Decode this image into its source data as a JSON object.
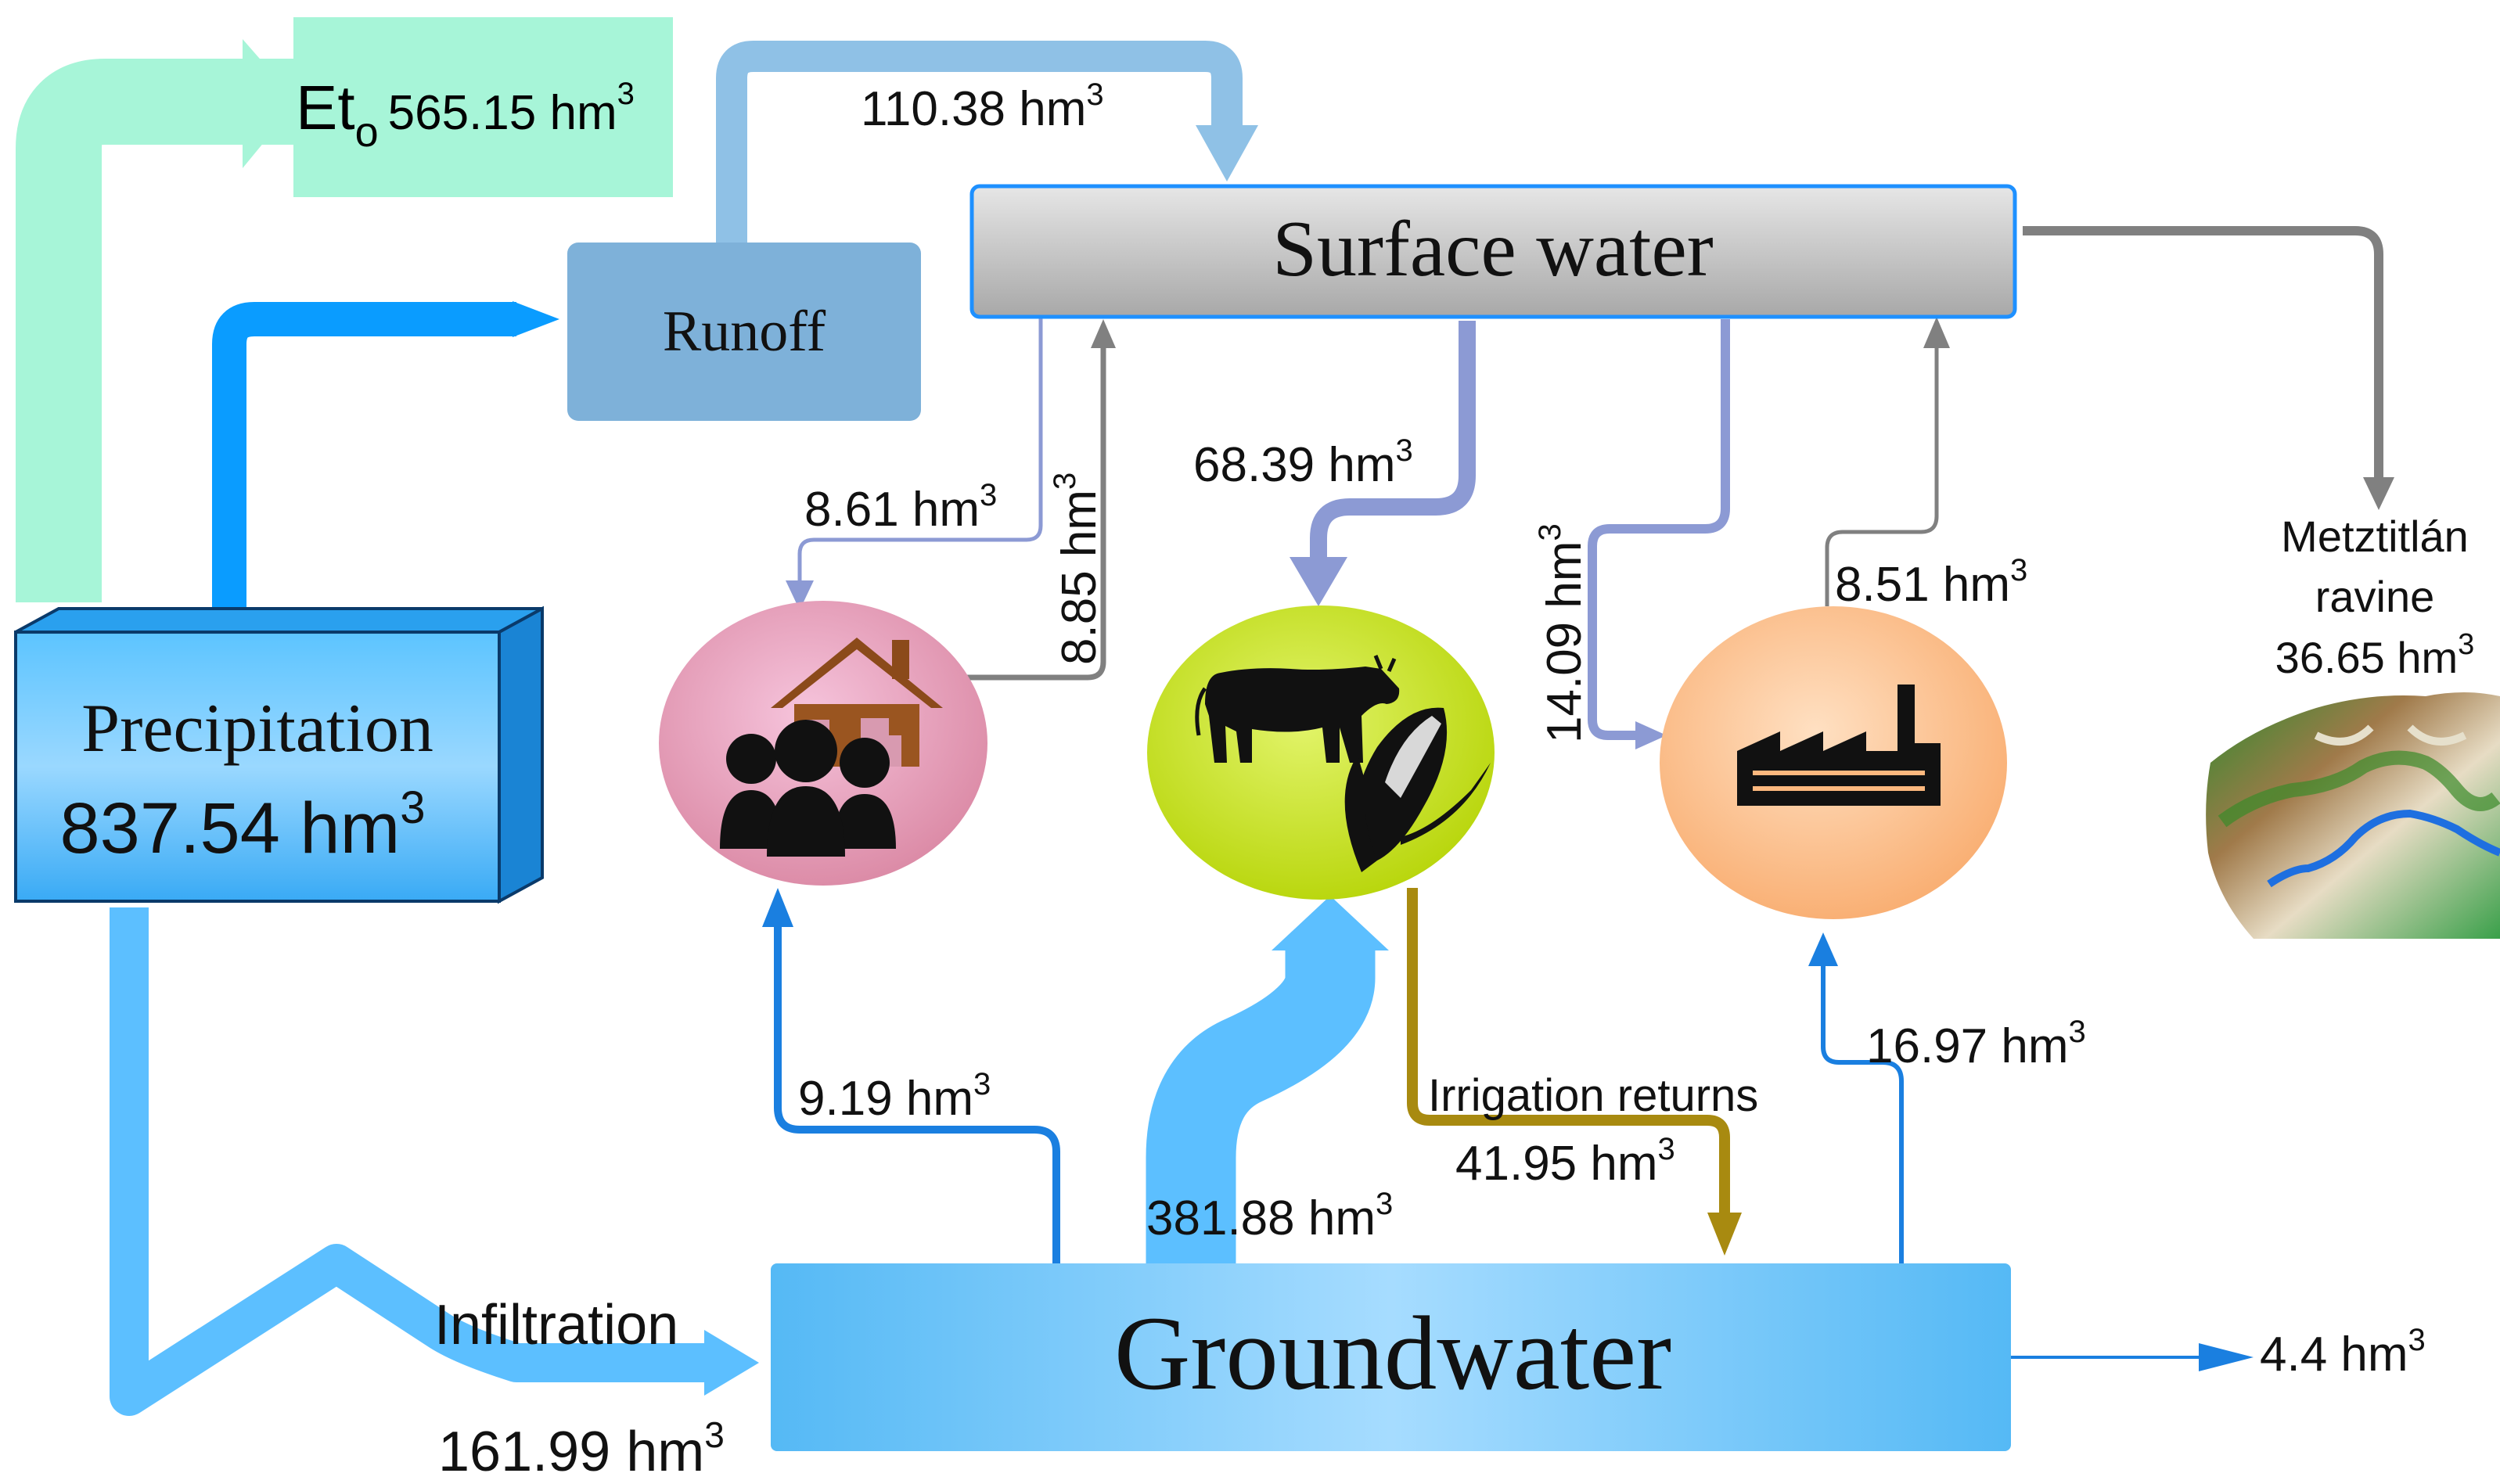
{
  "boxes": {
    "precipitation": {
      "label": "Precipitation",
      "value": "837.54 hm",
      "exp": "3"
    },
    "surface_water": {
      "label": "Surface water"
    },
    "groundwater": {
      "label": "Groundwater"
    },
    "runoff": {
      "label": "Runoff"
    },
    "eto": {
      "label_main": "Et",
      "label_sub": "o",
      "value": "565.15 hm",
      "exp": "3"
    }
  },
  "flows": {
    "runoff_to_surface": {
      "value": "110.38 hm",
      "exp": "3"
    },
    "surface_to_domestic": {
      "value": "8.61 hm",
      "exp": "3"
    },
    "domestic_to_surface": {
      "value": "8.85 hm",
      "exp": "3"
    },
    "surface_to_agriculture": {
      "value": "68.39 hm",
      "exp": "3"
    },
    "surface_to_industry": {
      "value": "14.09 hm",
      "exp": "3"
    },
    "industry_to_surface": {
      "value": "8.51 hm",
      "exp": "3"
    },
    "ravine": {
      "line1": "Metztitlán",
      "line2": "ravine",
      "value": "36.65 hm",
      "exp": "3"
    },
    "groundwater_to_domestic": {
      "value": "9.19 hm",
      "exp": "3"
    },
    "groundwater_to_agriculture": {
      "value": "381.88 hm",
      "exp": "3"
    },
    "irrigation_returns": {
      "label": "Irrigation returns",
      "value": "41.95 hm",
      "exp": "3"
    },
    "groundwater_to_industry": {
      "value": "16.97 hm",
      "exp": "3"
    },
    "groundwater_out": {
      "value": "4.4 hm",
      "exp": "3"
    },
    "infiltration": {
      "label": "Infiltration",
      "value": "161.99 hm",
      "exp": "3"
    }
  },
  "icons": {
    "domestic": "house-people-icon",
    "agriculture": "cow-corn-icon",
    "industry": "factory-icon",
    "ravine": "terrain-map-icon"
  },
  "colors": {
    "eto": "#a7f5d8",
    "runoff": "#7eb1d9",
    "runoff_arrow": "#8fc1e6",
    "precip_flow": "#0a9cff",
    "infiltration_flow": "#5cbfff",
    "surface_box": "#c4c4c4",
    "lavender": "#8c9ad4",
    "gray_flow": "#808080",
    "dark_blue": "#1a7fe0",
    "irrigation": "#a88a10",
    "domestic": "#e08fb2",
    "agriculture": "#c6e21b",
    "industry": "#fdb87e"
  }
}
